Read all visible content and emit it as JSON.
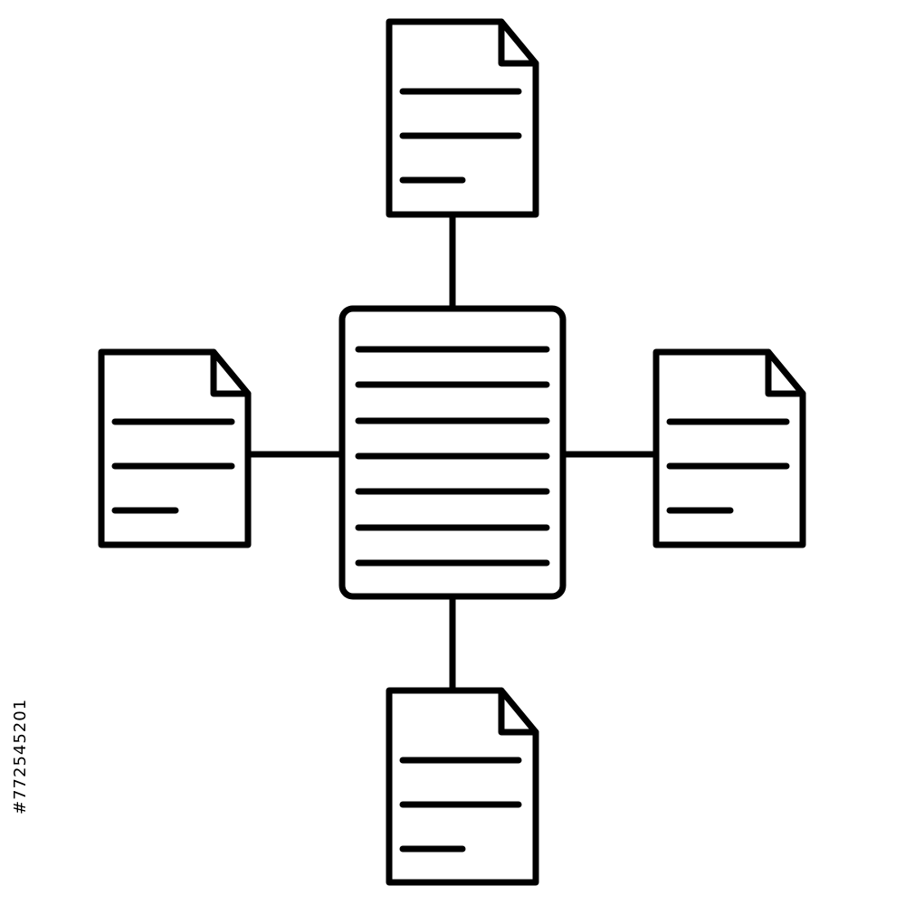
{
  "diagram": {
    "type": "hub-and-spoke document network",
    "center": {
      "name": "central-document",
      "text_lines": 7
    },
    "satellites": [
      {
        "name": "top-document",
        "text_lines": 3
      },
      {
        "name": "left-document",
        "text_lines": 3
      },
      {
        "name": "right-document",
        "text_lines": 3
      },
      {
        "name": "bottom-document",
        "text_lines": 3
      }
    ],
    "colors": {
      "stroke": "#000000",
      "background": "#ffffff"
    }
  },
  "watermark": {
    "stock_id": "#772545201"
  }
}
